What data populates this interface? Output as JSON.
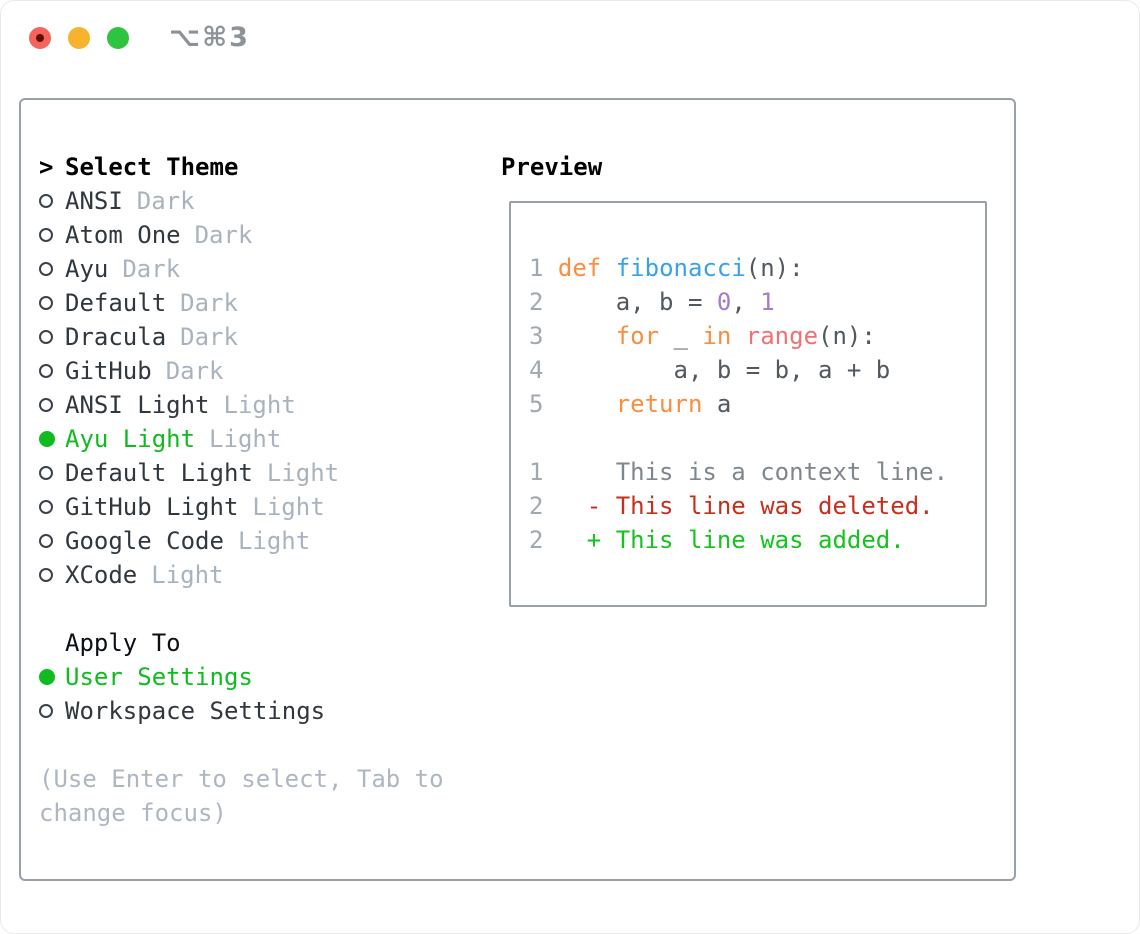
{
  "window": {
    "title": "⌥⌘3"
  },
  "theme_list": {
    "header_prefix": ">",
    "header": "Select Theme",
    "items": [
      {
        "name": "ANSI",
        "variant": "Dark",
        "selected": false
      },
      {
        "name": "Atom One",
        "variant": "Dark",
        "selected": false
      },
      {
        "name": "Ayu",
        "variant": "Dark",
        "selected": false
      },
      {
        "name": "Default",
        "variant": "Dark",
        "selected": false
      },
      {
        "name": "Dracula",
        "variant": "Dark",
        "selected": false
      },
      {
        "name": "GitHub",
        "variant": "Dark",
        "selected": false
      },
      {
        "name": "ANSI Light",
        "variant": "Light",
        "selected": false
      },
      {
        "name": "Ayu Light",
        "variant": "Light",
        "selected": true
      },
      {
        "name": "Default Light",
        "variant": "Light",
        "selected": false
      },
      {
        "name": "GitHub Light",
        "variant": "Light",
        "selected": false
      },
      {
        "name": "Google Code",
        "variant": "Light",
        "selected": false
      },
      {
        "name": "XCode",
        "variant": "Light",
        "selected": false
      }
    ]
  },
  "apply_to": {
    "header": "Apply To",
    "options": [
      {
        "label": "User Settings",
        "selected": true
      },
      {
        "label": "Workspace Settings",
        "selected": false
      }
    ]
  },
  "hint": "(Use Enter to select, Tab to change focus)",
  "preview": {
    "header": "Preview",
    "lines": [
      {
        "num": "1",
        "segments": [
          {
            "t": "def",
            "c": "keyword"
          },
          {
            "t": " ",
            "c": "fg"
          },
          {
            "t": "fibonacci",
            "c": "function"
          },
          {
            "t": "(n):",
            "c": "fg"
          }
        ]
      },
      {
        "num": "2",
        "segments": [
          {
            "t": "    a, b = ",
            "c": "fg"
          },
          {
            "t": "0",
            "c": "number"
          },
          {
            "t": ", ",
            "c": "fg"
          },
          {
            "t": "1",
            "c": "number"
          }
        ]
      },
      {
        "num": "3",
        "segments": [
          {
            "t": "    ",
            "c": "fg"
          },
          {
            "t": "for",
            "c": "keyword"
          },
          {
            "t": " _ ",
            "c": "fg"
          },
          {
            "t": "in",
            "c": "keyword"
          },
          {
            "t": " ",
            "c": "fg"
          },
          {
            "t": "range",
            "c": "call"
          },
          {
            "t": "(n):",
            "c": "fg"
          }
        ]
      },
      {
        "num": "4",
        "segments": [
          {
            "t": "        a, b = b, a + b",
            "c": "fg"
          }
        ]
      },
      {
        "num": "5",
        "segments": [
          {
            "t": "    ",
            "c": "fg"
          },
          {
            "t": "return",
            "c": "keyword"
          },
          {
            "t": " a",
            "c": "fg"
          }
        ]
      },
      {
        "num": "",
        "segments": []
      },
      {
        "num": "1",
        "segments": [
          {
            "t": "    This is a context line.",
            "c": "context"
          }
        ]
      },
      {
        "num": "2",
        "segments": [
          {
            "t": "  - This line was deleted.",
            "c": "deleted"
          }
        ]
      },
      {
        "num": "2",
        "segments": [
          {
            "t": "  + This line was added.",
            "c": "added"
          }
        ]
      }
    ]
  },
  "colors": {
    "light_red": "#F4645A",
    "light_yellow": "#F7B32B",
    "light_green": "#2EC440",
    "close_dot": "#5F0E08",
    "titlebar_text": "#8D9299",
    "panel_border": "#98A1A8",
    "heading": "#000000",
    "ring_color": "#3A4149",
    "item_fg": "#30373E",
    "variant_gray": "#A9B3BD",
    "accent_green": "#10BB20",
    "apply_fg": "#0C1014",
    "hint_gray": "#AEB7C1",
    "line_number": "#A0A8B0",
    "code_fg": "#51585F",
    "keyword_orange": "#FA8D3E",
    "function_blue": "#38A1E8",
    "number_purple": "#A37ACC",
    "call_coral": "#F07171",
    "context_gray": "#7E868E",
    "deleted_red": "#C52F1E",
    "added_green": "#16C31E"
  }
}
